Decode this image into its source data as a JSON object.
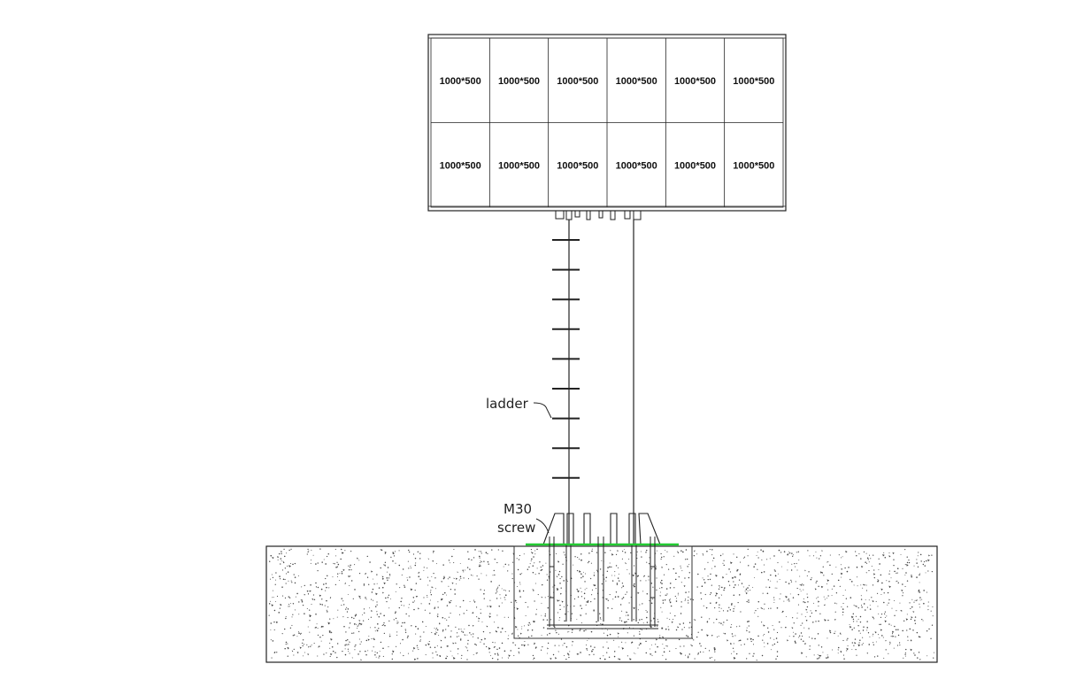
{
  "board": {
    "rows": 2,
    "cols": 6,
    "panels": [
      "1000*500",
      "1000*500",
      "1000*500",
      "1000*500",
      "1000*500",
      "1000*500",
      "1000*500",
      "1000*500",
      "1000*500",
      "1000*500",
      "1000*500",
      "1000*500"
    ]
  },
  "labels": {
    "ladder": "ladder",
    "screw_line1": "M30",
    "screw_line2": "screw"
  },
  "ladder": {
    "rung_count": 9
  },
  "colors": {
    "line": "#222222",
    "concrete_dot": "#444444",
    "base_plate": "#22cc33",
    "background": "#ffffff"
  }
}
